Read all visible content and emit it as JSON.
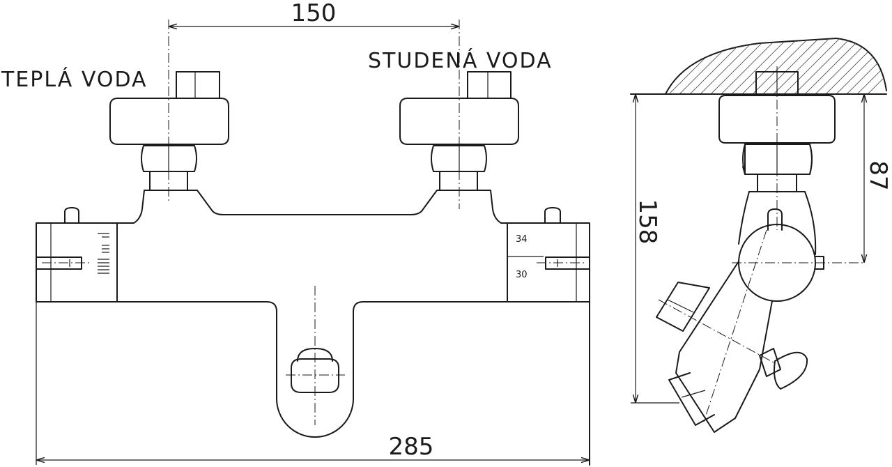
{
  "labels": {
    "hot_water": "TEPLÁ VODA",
    "cold_water": "STUDENÁ VODA"
  },
  "dimensions": {
    "inlet_spacing": "150",
    "overall_width": "285",
    "overall_depth": "158",
    "depth_to_axis": "87"
  },
  "scale_marks": {
    "upper": "34",
    "lower": "30"
  }
}
